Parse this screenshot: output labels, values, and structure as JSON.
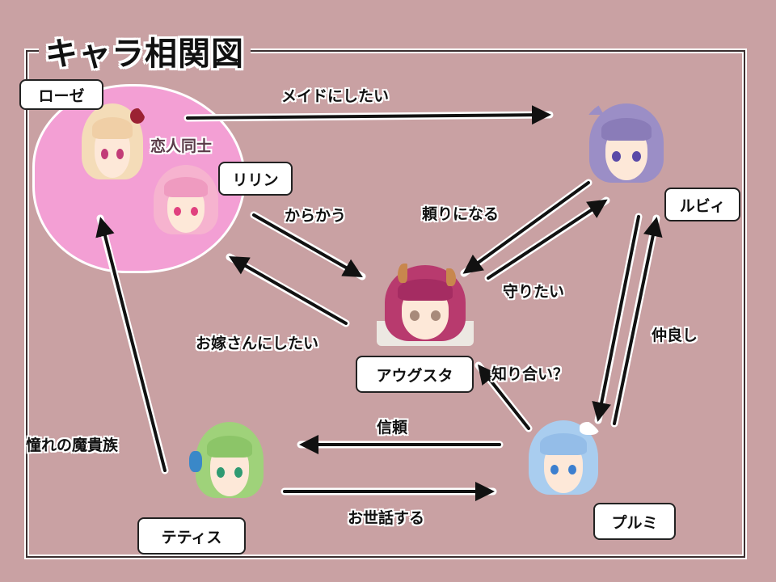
{
  "title": "キャラ相関図",
  "colors": {
    "background": "#c9a1a3",
    "couple_blob": "#f39fd4",
    "frame": "#3b2f30",
    "arrow": "#111111",
    "arrow_outline": "#ffffff"
  },
  "characters": [
    {
      "id": "rose",
      "name": "ローゼ",
      "hair_color": "#f4dcb8",
      "eye_color": "#c23c78"
    },
    {
      "id": "lilin",
      "name": "リリン",
      "hair_color": "#f6b3cf",
      "eye_color": "#e0417f"
    },
    {
      "id": "ruby",
      "name": "ルビィ",
      "hair_color": "#9b8ec6",
      "eye_color": "#5a4aa8"
    },
    {
      "id": "augusta",
      "name": "アウグスタ",
      "hair_color": "#b83a6e",
      "eye_color": "#a88a7a"
    },
    {
      "id": "thetis",
      "name": "テティス",
      "hair_color": "#9fd27a",
      "eye_color": "#2f9a72"
    },
    {
      "id": "plumi",
      "name": "プルミ",
      "hair_color": "#a9cdef",
      "eye_color": "#3c7fcf"
    }
  ],
  "group_label": "恋人同士",
  "relations": [
    {
      "from": "rose",
      "to": "ruby",
      "label": "メイドにしたい"
    },
    {
      "from": "lilin",
      "to": "augusta",
      "label": "からかう"
    },
    {
      "from": "augusta",
      "to": "lilin",
      "label": "お嫁さんにしたい"
    },
    {
      "from": "ruby",
      "to": "augusta",
      "label": "頼りになる"
    },
    {
      "from": "augusta",
      "to": "ruby",
      "label": "守りたい"
    },
    {
      "from": "plumi",
      "to": "augusta",
      "label": "知り合い？"
    },
    {
      "from": "ruby",
      "to": "plumi",
      "label": "仲良し"
    },
    {
      "from": "plumi",
      "to": "ruby",
      "label": "仲良し"
    },
    {
      "from": "plumi",
      "to": "thetis",
      "label": "信頼"
    },
    {
      "from": "thetis",
      "to": "plumi",
      "label": "お世話する"
    },
    {
      "from": "thetis",
      "to": "rose_lilin",
      "label": "憧れの魔貴族"
    }
  ]
}
